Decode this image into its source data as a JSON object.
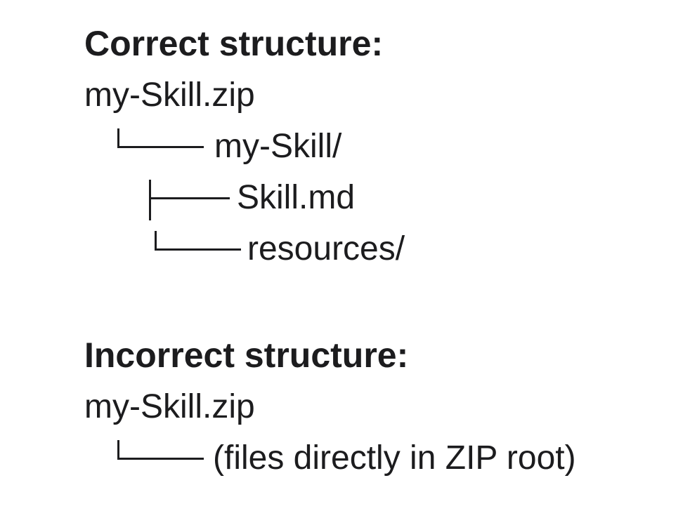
{
  "page": {
    "background_color": "#ffffff",
    "text_color": "#1c1c1e"
  },
  "sections": [
    {
      "heading": "Correct structure:",
      "root": "my-Skill.zip",
      "tree": [
        {
          "connector": "└──",
          "type": "elbow",
          "level": 1,
          "label": "my-Skill/"
        },
        {
          "connector": "├──",
          "type": "tee",
          "level": 2,
          "label": "Skill.md"
        },
        {
          "connector": "└──",
          "type": "elbow",
          "level": 2,
          "label": "resources/"
        }
      ]
    },
    {
      "heading": "Incorrect structure:",
      "root": "my-Skill.zip",
      "tree": [
        {
          "connector": "└──",
          "type": "elbow",
          "level": 1,
          "label": "(files directly in ZIP root)"
        }
      ]
    }
  ]
}
